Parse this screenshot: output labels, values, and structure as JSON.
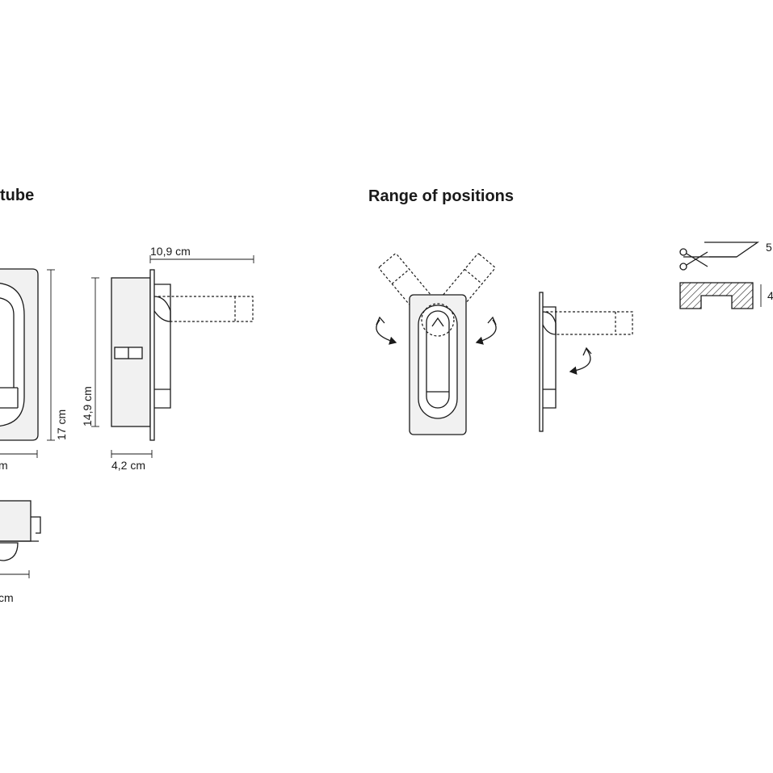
{
  "titles": {
    "left_partial": "tube",
    "range": "Range of positions"
  },
  "dimensions": {
    "depth": "10,9 cm",
    "height_total": "17 cm",
    "height_body": "14,9 cm",
    "body_depth": "4,2 cm",
    "front_width_partial": "m",
    "bottom_width_partial": "cm",
    "cut_partial_1": "5",
    "cut_partial_2": "4"
  },
  "icons": {
    "scissors": "scissors-icon",
    "rotate": "rotate-arrow-icon"
  },
  "colors": {
    "line": "#1a1a1a",
    "body_fill": "#f1f1f1",
    "background": "#ffffff"
  }
}
